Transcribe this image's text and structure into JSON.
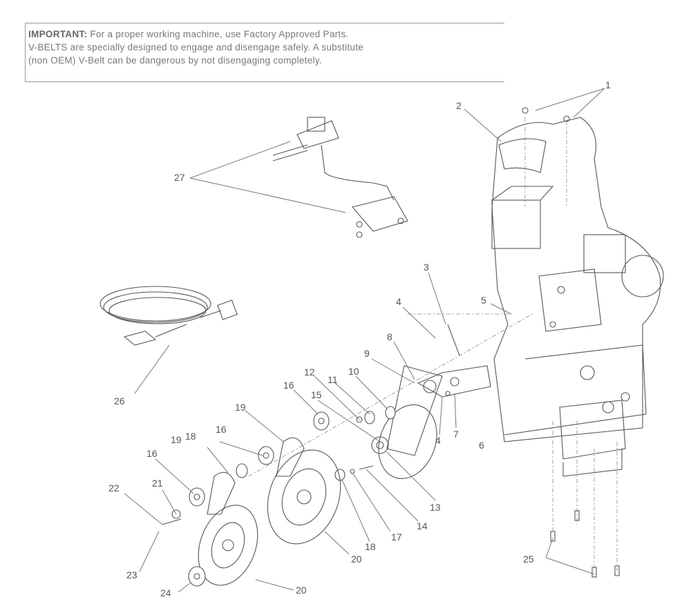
{
  "notice": {
    "important_label": "IMPORTANT:",
    "line1": "For a proper working machine, use Factory Approved Parts.",
    "line2": "V-BELTS are specially designed to engage and disengage safely.  A substitute",
    "line3": "(non OEM) V-Belt can be dangerous by not disengaging completely."
  },
  "callouts": [
    "1",
    "2",
    "27",
    "3",
    "4",
    "5",
    "26",
    "8",
    "9",
    "12",
    "11",
    "10",
    "4",
    "7",
    "6",
    "16",
    "15",
    "19",
    "18",
    "16",
    "19",
    "13",
    "16",
    "21",
    "22",
    "17",
    "14",
    "18",
    "20",
    "23",
    "25",
    "24",
    "20"
  ]
}
